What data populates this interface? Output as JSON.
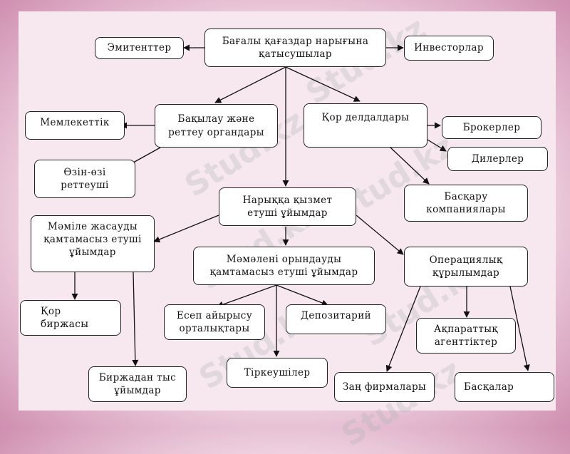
{
  "watermark": "Stud.kz",
  "nodes": {
    "root": "Бағалы қағаздар нарығына\nқатысушылар",
    "emitents": "Эмитенттер",
    "investors": "Инвесторлар",
    "control": "Бақылау және\nреттеу органдары",
    "dealers_org": "Қор делдалдары",
    "state": "Мемлекеттік",
    "selfreg": "Өзін-өзі\nреттеуші",
    "brokers": "Брокерлер",
    "dealers": "Дилерлер",
    "mgmt": "Басқару\nкомпаниялары",
    "service": "Нарыққа қызмет\nетуші ұйымдар",
    "deal_support": "Мәміле жасауды\nқамтамасыз етуші\nұйымдар",
    "exec_support": "Мәмәлені орындауды\nқамтамасыз етуші ұйымдар",
    "infra": "Операциялық\nқұрылымдар",
    "exchange": "Қор\nбиржасы",
    "otc": "Биржадан тыс\nұйымдар",
    "clearing": "Есеп айырысу\nорталықтары",
    "depository": "Депозитарий",
    "registrars": "Тіркеушілер",
    "info": "Ақпараттық\nагенттіктер",
    "law": "Заң фирмалары",
    "others": "Басқалар"
  }
}
